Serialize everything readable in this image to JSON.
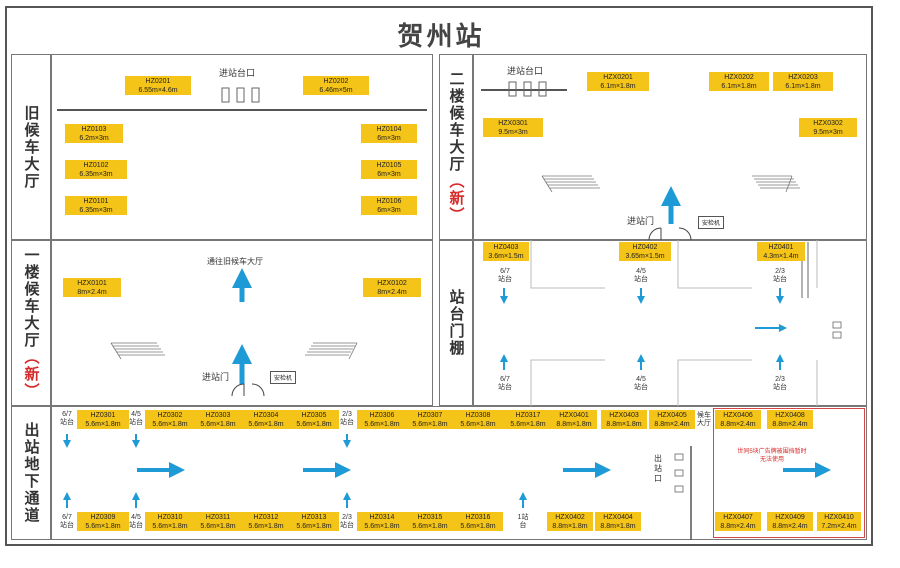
{
  "title": "贺州站",
  "sections": {
    "old_hall": "旧候车大厅",
    "floor2_main": "二楼候车大厅",
    "floor2_new": "（新）",
    "floor1_main": "一楼候车大厅",
    "floor1_new": "（新）",
    "canopy": "站台门棚",
    "underpass": "出站地下通道"
  },
  "labels": {
    "entrance_platform": "进站台口",
    "entrance_platform2": "进站台口",
    "to_old_hall": "通往旧候车大厅",
    "entrance_gate1": "进站门",
    "entrance_gate2": "进站门",
    "security1": "安检机",
    "security2": "安检机",
    "exit": "出站口",
    "waiting_hall": "候车大厅",
    "red_note": "世同5块广告牌被围挡暂时无法使用"
  },
  "platform_labels": {
    "c1": "6/7站台",
    "c2": "4/5站台",
    "c3": "2/3站台",
    "c4": "6/7站台",
    "c5": "4/5站台",
    "c6": "2/3站台",
    "u1": "6/7站台",
    "u2": "4/5站台",
    "u3": "2/3站台",
    "u4": "6/7站台",
    "u5": "4/5站台",
    "u6": "2/3站台",
    "u7": "1站台"
  },
  "ads": {
    "HZ0201": {
      "code": "HZ0201",
      "size": "6.55m×4.6m"
    },
    "HZ0202": {
      "code": "HZ0202",
      "size": "6.46m×5m"
    },
    "HZ0103": {
      "code": "HZ0103",
      "size": "6.2m×3m"
    },
    "HZ0102": {
      "code": "HZ0102",
      "size": "6.35m×3m"
    },
    "HZ0101": {
      "code": "HZ0101",
      "size": "6.35m×3m"
    },
    "HZ0104": {
      "code": "HZ0104",
      "size": "6m×3m"
    },
    "HZ0105": {
      "code": "HZ0105",
      "size": "6m×3m"
    },
    "HZ0106": {
      "code": "HZ0106",
      "size": "6m×3m"
    },
    "HZX0201": {
      "code": "HZX0201",
      "size": "6.1m×1.8m"
    },
    "HZX0202": {
      "code": "HZX0202",
      "size": "6.1m×1.8m"
    },
    "HZX0203": {
      "code": "HZX0203",
      "size": "6.1m×1.8m"
    },
    "HZX0301": {
      "code": "HZX0301",
      "size": "9.5m×3m"
    },
    "HZX0302": {
      "code": "HZX0302",
      "size": "9.5m×3m"
    },
    "HZX0101": {
      "code": "HZX0101",
      "size": "8m×2.4m"
    },
    "HZX0102": {
      "code": "HZX0102",
      "size": "8m×2.4m"
    },
    "HZ0403": {
      "code": "HZ0403",
      "size": "3.6m×1.5m"
    },
    "HZ0402": {
      "code": "HZ0402",
      "size": "3.65m×1.5m"
    },
    "HZ0401": {
      "code": "HZ0401",
      "size": "4.3m×1.4m"
    },
    "HZ0301": {
      "code": "HZ0301",
      "size": "5.6m×1.8m"
    },
    "HZ0302": {
      "code": "HZ0302",
      "size": "5.6m×1.8m"
    },
    "HZ0303": {
      "code": "HZ0303",
      "size": "5.6m×1.8m"
    },
    "HZ0304": {
      "code": "HZ0304",
      "size": "5.6m×1.8m"
    },
    "HZ0305": {
      "code": "HZ0305",
      "size": "5.6m×1.8m"
    },
    "HZ0306": {
      "code": "HZ0306",
      "size": "5.6m×1.8m"
    },
    "HZ0307": {
      "code": "HZ0307",
      "size": "5.6m×1.8m"
    },
    "HZ0308": {
      "code": "HZ0308",
      "size": "5.6m×1.8m"
    },
    "HZ0317": {
      "code": "HZ0317",
      "size": "5.6m×1.8m"
    },
    "HZX0401": {
      "code": "HZX0401",
      "size": "8.8m×1.8m"
    },
    "HZX0403": {
      "code": "HZX0403",
      "size": "8.8m×1.8m"
    },
    "HZX0405": {
      "code": "HZX0405",
      "size": "8.8m×2.4m"
    },
    "HZX0406": {
      "code": "HZX0406",
      "size": "8.8m×2.4m"
    },
    "HZX0408": {
      "code": "HZX0408",
      "size": "8.8m×2.4m"
    },
    "HZ0309": {
      "code": "HZ0309",
      "size": "5.6m×1.8m"
    },
    "HZ0310": {
      "code": "HZ0310",
      "size": "5.6m×1.8m"
    },
    "HZ0311": {
      "code": "HZ0311",
      "size": "5.6m×1.8m"
    },
    "HZ0312": {
      "code": "HZ0312",
      "size": "5.6m×1.8m"
    },
    "HZ0313": {
      "code": "HZ0313",
      "size": "5.6m×1.8m"
    },
    "HZ0314": {
      "code": "HZ0314",
      "size": "5.6m×1.8m"
    },
    "HZ0315": {
      "code": "HZ0315",
      "size": "5.6m×1.8m"
    },
    "HZ0316": {
      "code": "HZ0316",
      "size": "5.6m×1.8m"
    },
    "HZX0402": {
      "code": "HZX0402",
      "size": "8.8m×1.8m"
    },
    "HZX0404": {
      "code": "HZX0404",
      "size": "8.8m×1.8m"
    },
    "HZX0407": {
      "code": "HZX0407",
      "size": "8.8m×2.4m"
    },
    "HZX0409": {
      "code": "HZX0409",
      "size": "8.8m×2.4m"
    },
    "HZX0410": {
      "code": "HZX0410",
      "size": "7.2m×2.4m"
    }
  },
  "colors": {
    "ad_fill": "#f5c418",
    "arrow": "#1e9ad6",
    "new_text": "#d62a2a"
  }
}
